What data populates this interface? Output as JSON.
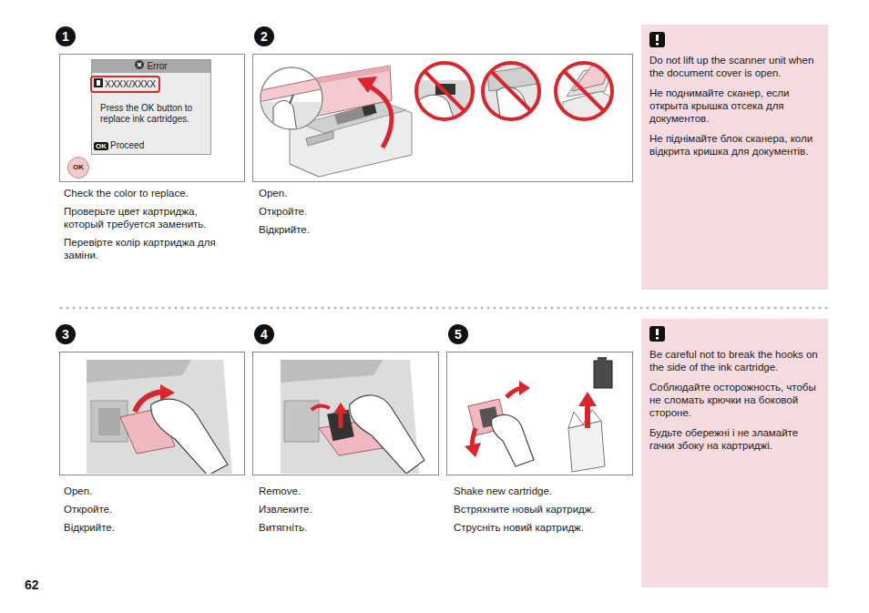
{
  "diagram": {
    "nodes": [
      {
        "text": [
          "Error",
          "XXXX/XXXX",
          "Press the OK button to replace ink cartridges.",
          "OK",
          "Proceed"
        ]
      },
      {
        "text": [
          "OK"
        ]
      },
      {
        "text": [
          "Do not lift up the scanner unit when the document cover is open.",
          "Не поднимайте сканер, если открыта крышка отсека для документов.",
          "Не піднімайте блок сканера, коли відкрита кришка для документів."
        ]
      },
      {
        "text": [
          "Be careful not to break the hooks on the side of the ink cartridge.",
          "Соблюдайте осторожность, чтобы не сломать крючки на боковой стороне.",
          "Будьте обережні і не зламайте гачки збоку на картриджі."
        ]
      }
    ],
    "labels": [
      "1",
      "2",
      "Check the color to replace.",
      "Проверьте цвет картриджа, который требуется заменить.",
      "Перевірте колір картриджа для заміни.",
      "Open.",
      "Откройте.",
      "Відкрийте.",
      "3",
      "4",
      "5",
      "Open.",
      "Откройте.",
      "Відкрийте.",
      "Remove.",
      "Извлеките.",
      "Витягніть.",
      "Shake new cartridge.",
      "Встряхните новый картридж.",
      "Струсніть новий картридж.",
      "62"
    ]
  }
}
